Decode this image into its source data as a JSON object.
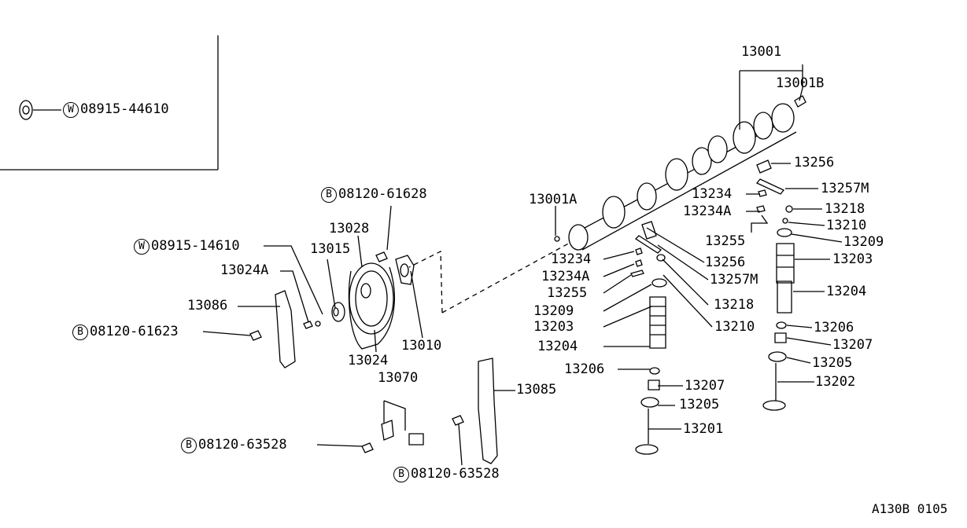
{
  "diagram": {
    "footer_code": "A130B 0105",
    "inset_callout": {
      "symbol": "W",
      "part": "08915-44610"
    },
    "bolt_callouts": [
      {
        "symbol": "B",
        "part": "08120-61628"
      },
      {
        "symbol": "W",
        "part": "08915-14610"
      },
      {
        "symbol": "B",
        "part": "08120-61623"
      },
      {
        "symbol": "B",
        "part": "08120-63528"
      },
      {
        "symbol": "B",
        "part": "08120-63528"
      }
    ],
    "part_labels": {
      "camshaft": "13001",
      "camshaft_b": "13001B",
      "camshaft_a": "13001A",
      "sprocket": "13028",
      "gasket": "13015",
      "tensioner": "13024A",
      "chain_guide_left": "13086",
      "cover": "13010",
      "chain": "13024",
      "slack_guide": "13070",
      "chain_guide_right": "13085",
      "rocker_bracket_top": "13256",
      "rocker_arm_top": "13257M",
      "screw_top": "13234",
      "nut_top": "13234A",
      "seal_top": "13218",
      "spring_seat_top": "13210",
      "plate_top": "13255",
      "retainer_top": "13209",
      "spring_outer_top": "13203",
      "spring_inner_top": "13204",
      "washer_top": "13206",
      "guide_top": "13207",
      "seat_top": "13205",
      "exhaust_valve": "13202",
      "screw_mid": "13234",
      "nut_mid": "13234A",
      "plate_mid": "13255",
      "retainer_mid": "13209",
      "spring_outer_mid": "13203",
      "spring_inner_mid": "13204",
      "washer_mid": "13206",
      "rocker_bracket_mid": "13256",
      "rocker_arm_mid": "13257M",
      "seal_mid": "13218",
      "spring_seat_mid": "13210",
      "guide_mid": "13207",
      "seat_mid": "13205",
      "intake_valve": "13201"
    }
  }
}
